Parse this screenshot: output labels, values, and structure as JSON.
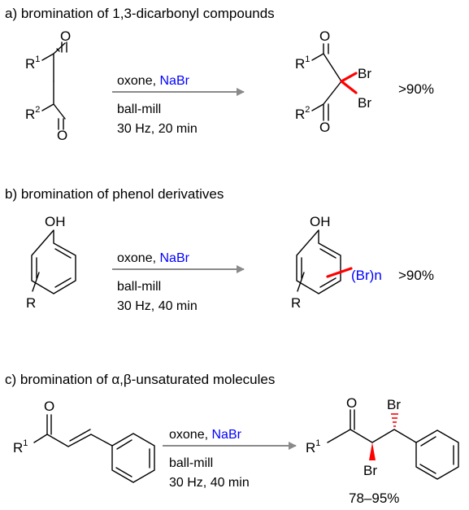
{
  "colors": {
    "reagent_blue": "#0000ff",
    "new_bond_red": "#ff0000",
    "arrow_gray": "#8a8a8a",
    "text_black": "#000000"
  },
  "sections": [
    {
      "label": "a) bromination of 1,3-dicarbonyl compounds",
      "reagent_prefix": "oxone, ",
      "reagent_salt": "NaBr",
      "condition_1": "ball-mill",
      "condition_2": "30 Hz, 20 min",
      "yield": ">90%",
      "substrate": {
        "r1": "R",
        "r1_sup": "1",
        "r2": "R",
        "r2_sup": "2",
        "o_top": "O",
        "o_bottom": "O"
      },
      "product": {
        "r1": "R",
        "r1_sup": "1",
        "r2": "R",
        "r2_sup": "2",
        "o_top": "O",
        "o_bottom": "O",
        "br_1": "Br",
        "br_2": "Br"
      }
    },
    {
      "label": "b) bromination of phenol derivatives",
      "reagent_prefix": "oxone, ",
      "reagent_salt": "NaBr",
      "condition_1": "ball-mill",
      "condition_2": "30 Hz, 40 min",
      "yield": ">90%",
      "substrate": {
        "oh": "OH",
        "r": "R"
      },
      "product": {
        "oh": "OH",
        "r": "R",
        "br_n": "(Br)n"
      }
    },
    {
      "label": "c) bromination of α,β-unsaturated molecules",
      "reagent_prefix": "oxone, ",
      "reagent_salt": "NaBr",
      "condition_1": "ball-mill",
      "condition_2": "30 Hz, 40 min",
      "yield": "78–95%",
      "substrate": {
        "o": "O",
        "r1": "R",
        "r1_sup": "1"
      },
      "product": {
        "o": "O",
        "r1": "R",
        "r1_sup": "1",
        "br_top": "Br",
        "br_bottom": "Br"
      }
    }
  ]
}
